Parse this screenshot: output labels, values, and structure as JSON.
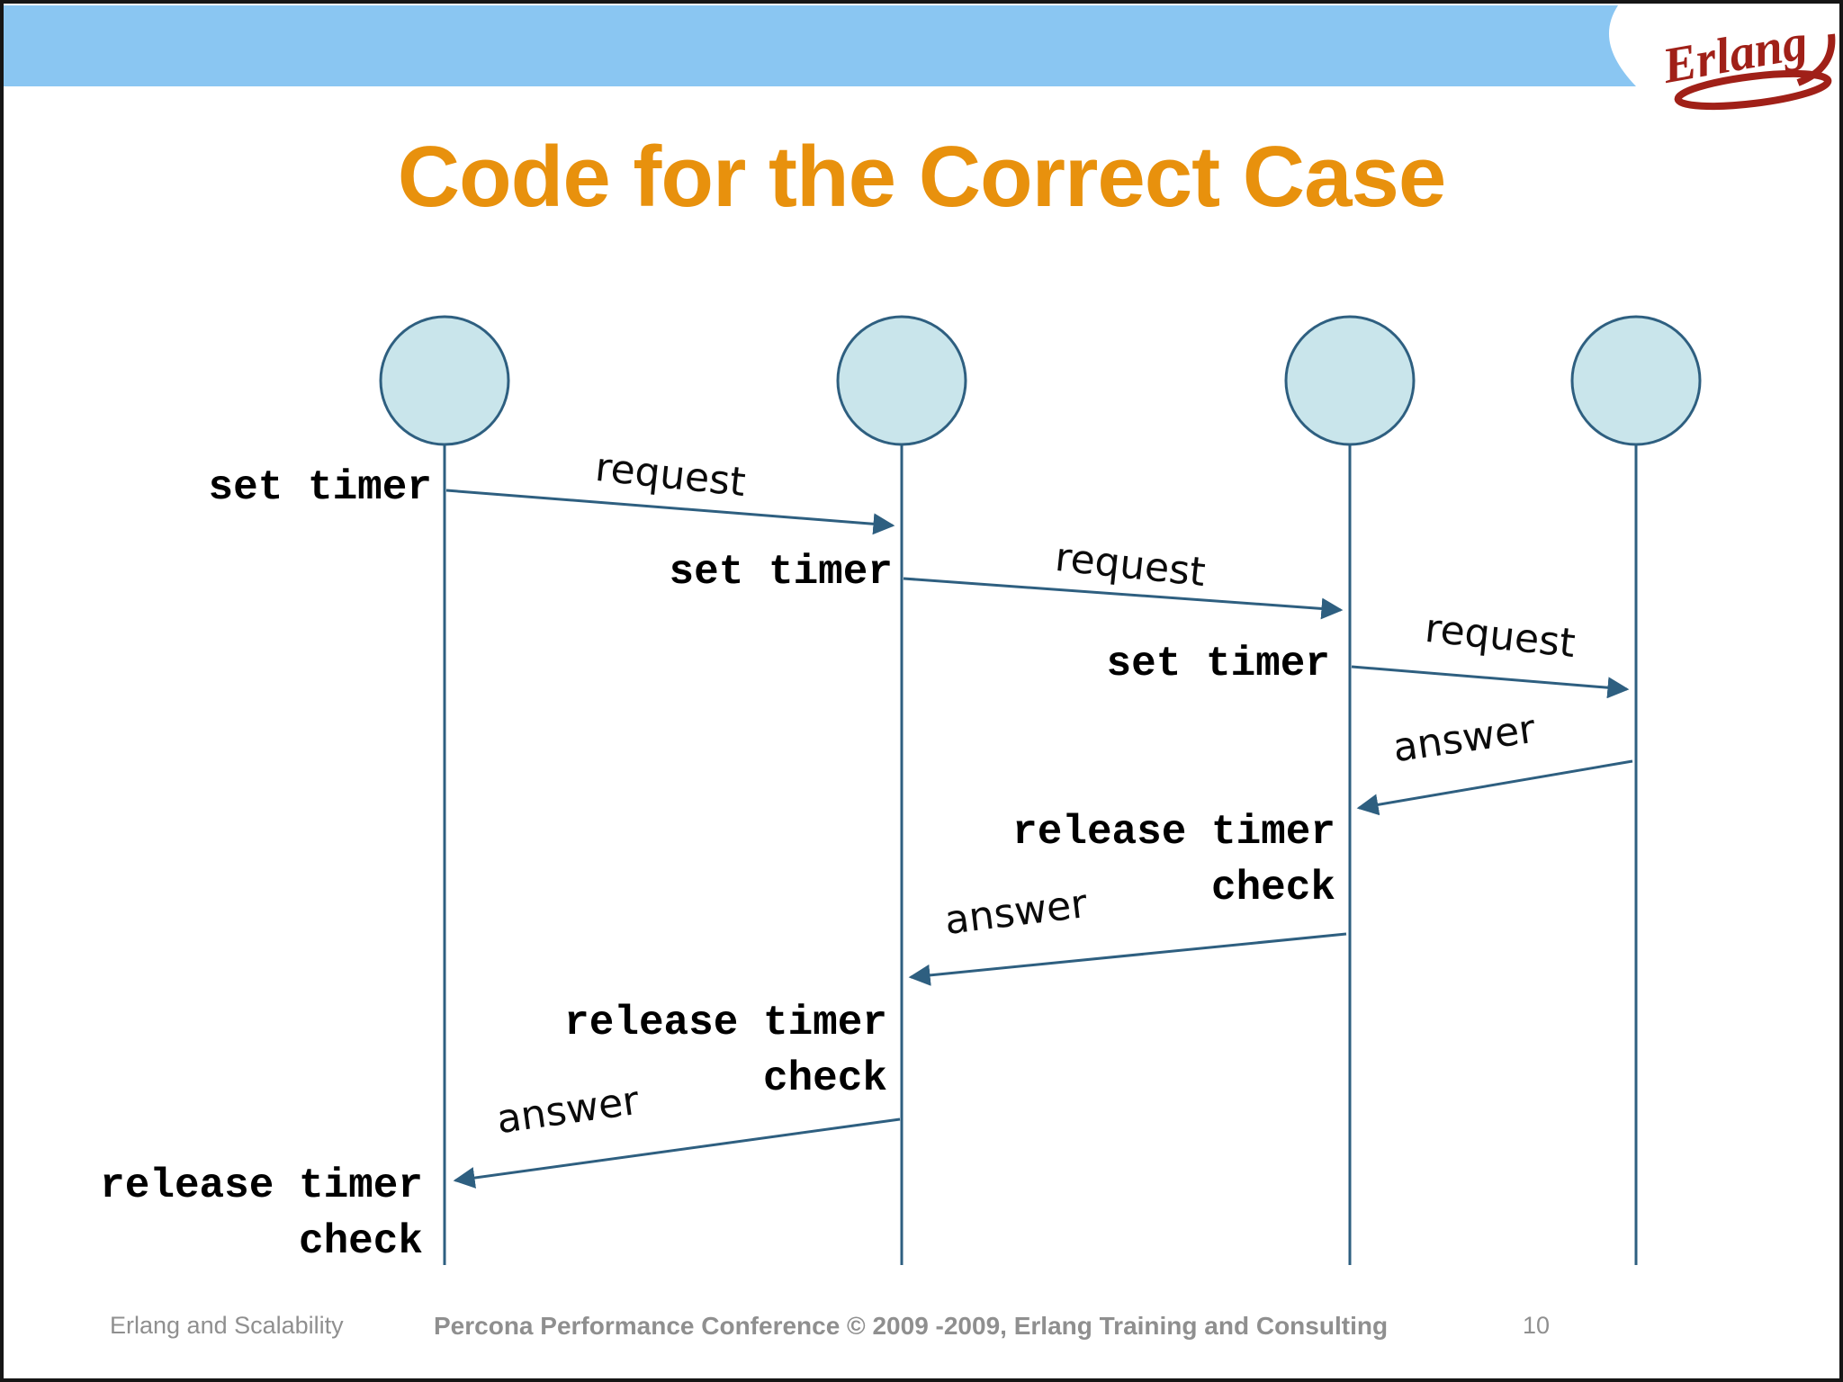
{
  "slide": {
    "title": "Code for the Correct Case",
    "logo_text": "Erlang",
    "footer": {
      "left": "Erlang and Scalability",
      "center": "Percona Performance Conference © 2009 -2009,  Erlang Training and Consulting",
      "page": "10"
    }
  },
  "colors": {
    "header_bar_blue": "#8AC6F2",
    "title_orange": "#E8910D",
    "diagram_line_blue": "#2E5F80",
    "actor_circle_fill": "#C9E5EB",
    "logo_red": "#A02018",
    "footer_gray": "#8F8F8F"
  },
  "diagram": {
    "actor_count": 4,
    "timer_labels": [
      {
        "text": "set timer"
      },
      {
        "text": "set timer"
      },
      {
        "text": "set timer"
      },
      {
        "line1": "release timer",
        "line2": "check"
      },
      {
        "line1": "release timer",
        "line2": "check"
      },
      {
        "line1": "release timer",
        "line2": "check"
      }
    ],
    "message_labels": [
      {
        "text": "request"
      },
      {
        "text": "request"
      },
      {
        "text": "request"
      },
      {
        "text": "answer"
      },
      {
        "text": "answer"
      },
      {
        "text": "answer"
      }
    ]
  }
}
